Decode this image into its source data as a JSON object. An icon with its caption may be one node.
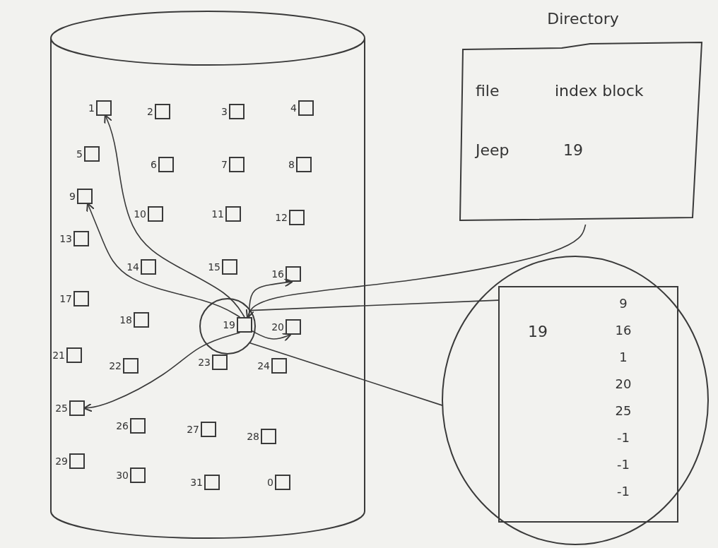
{
  "diagram": {
    "nodes": [
      {
        "text": [],
        "shape": "cylinder"
      },
      {
        "text": [],
        "shape": "box",
        "beside": [
          "1"
        ],
        "in": 0
      },
      {
        "text": [],
        "shape": "box",
        "beside": [
          "2"
        ],
        "in": 0
      },
      {
        "text": [],
        "shape": "box",
        "beside": [
          "3"
        ],
        "in": 0
      },
      {
        "text": [],
        "shape": "box",
        "beside": [
          "4"
        ],
        "in": 0
      },
      {
        "text": [],
        "shape": "box",
        "beside": [
          "5"
        ],
        "in": 0
      },
      {
        "text": [],
        "shape": "box",
        "beside": [
          "6"
        ],
        "in": 0
      },
      {
        "text": [],
        "shape": "box",
        "beside": [
          "7"
        ],
        "in": 0
      },
      {
        "text": [],
        "shape": "box",
        "beside": [
          "8"
        ],
        "in": 0
      },
      {
        "text": [],
        "shape": "box",
        "beside": [
          "9"
        ],
        "in": 0
      },
      {
        "text": [],
        "shape": "box",
        "beside": [
          "10"
        ],
        "in": 0
      },
      {
        "text": [],
        "shape": "box",
        "beside": [
          "11"
        ],
        "in": 0
      },
      {
        "text": [],
        "shape": "box",
        "beside": [
          "12"
        ],
        "in": 0
      },
      {
        "text": [],
        "shape": "box",
        "beside": [
          "13"
        ],
        "in": 0
      },
      {
        "text": [],
        "shape": "box",
        "beside": [
          "14"
        ],
        "in": 0
      },
      {
        "text": [],
        "shape": "box",
        "beside": [
          "15"
        ],
        "in": 0
      },
      {
        "text": [],
        "shape": "box",
        "beside": [
          "16"
        ],
        "in": 0
      },
      {
        "text": [],
        "shape": "box",
        "beside": [
          "17"
        ],
        "in": 0
      },
      {
        "text": [],
        "shape": "box",
        "beside": [
          "18"
        ],
        "in": 0
      },
      {
        "text": [],
        "shape": "circle",
        "in": 0
      },
      {
        "text": [],
        "shape": "box",
        "beside": [
          "19"
        ],
        "in": 19
      },
      {
        "text": [],
        "shape": "box",
        "beside": [
          "20"
        ],
        "in": 0
      },
      {
        "text": [],
        "shape": "box",
        "beside": [
          "21"
        ],
        "in": 0
      },
      {
        "text": [],
        "shape": "box",
        "beside": [
          "22"
        ],
        "in": 0
      },
      {
        "text": [],
        "shape": "box",
        "beside": [
          "23"
        ],
        "in": 0
      },
      {
        "text": [],
        "shape": "box",
        "beside": [
          "24"
        ],
        "in": 0
      },
      {
        "text": [],
        "shape": "box",
        "beside": [
          "25"
        ],
        "in": 0
      },
      {
        "text": [],
        "shape": "box",
        "beside": [
          "26"
        ],
        "in": 0
      },
      {
        "text": [],
        "shape": "box",
        "beside": [
          "27"
        ],
        "in": 0
      },
      {
        "text": [],
        "shape": "box",
        "beside": [
          "28"
        ],
        "in": 0
      },
      {
        "text": [],
        "shape": "box",
        "beside": [
          "29"
        ],
        "in": 0
      },
      {
        "text": [],
        "shape": "box",
        "beside": [
          "30"
        ],
        "in": 0
      },
      {
        "text": [],
        "shape": "box",
        "beside": [
          "31"
        ],
        "in": 0
      },
      {
        "text": [],
        "shape": "box",
        "beside": [
          "0"
        ],
        "in": 0
      },
      {
        "text": [
          "Directory",
          "file",
          "index block",
          "Jeep",
          "19"
        ]
      },
      {
        "text": [],
        "shape": "circle"
      },
      {
        "text": [
          "19",
          "9",
          "16",
          "1",
          "20",
          "25",
          "-1",
          "-1",
          "-1"
        ],
        "in": 35
      }
    ],
    "edges": [
      {
        "from": 34,
        "to": 20,
        "arrow": "to"
      },
      {
        "from": 20,
        "to": 9,
        "arrow": "to"
      },
      {
        "from": 20,
        "to": 16,
        "arrow": "to"
      },
      {
        "from": 20,
        "to": 1,
        "arrow": "to"
      },
      {
        "from": 20,
        "to": 21,
        "arrow": "to"
      },
      {
        "from": 20,
        "to": 26,
        "arrow": "to"
      },
      {
        "from": 19,
        "to": 36,
        "arrow": "none"
      },
      {
        "from": 19,
        "to": 35,
        "arrow": "none"
      }
    ]
  }
}
